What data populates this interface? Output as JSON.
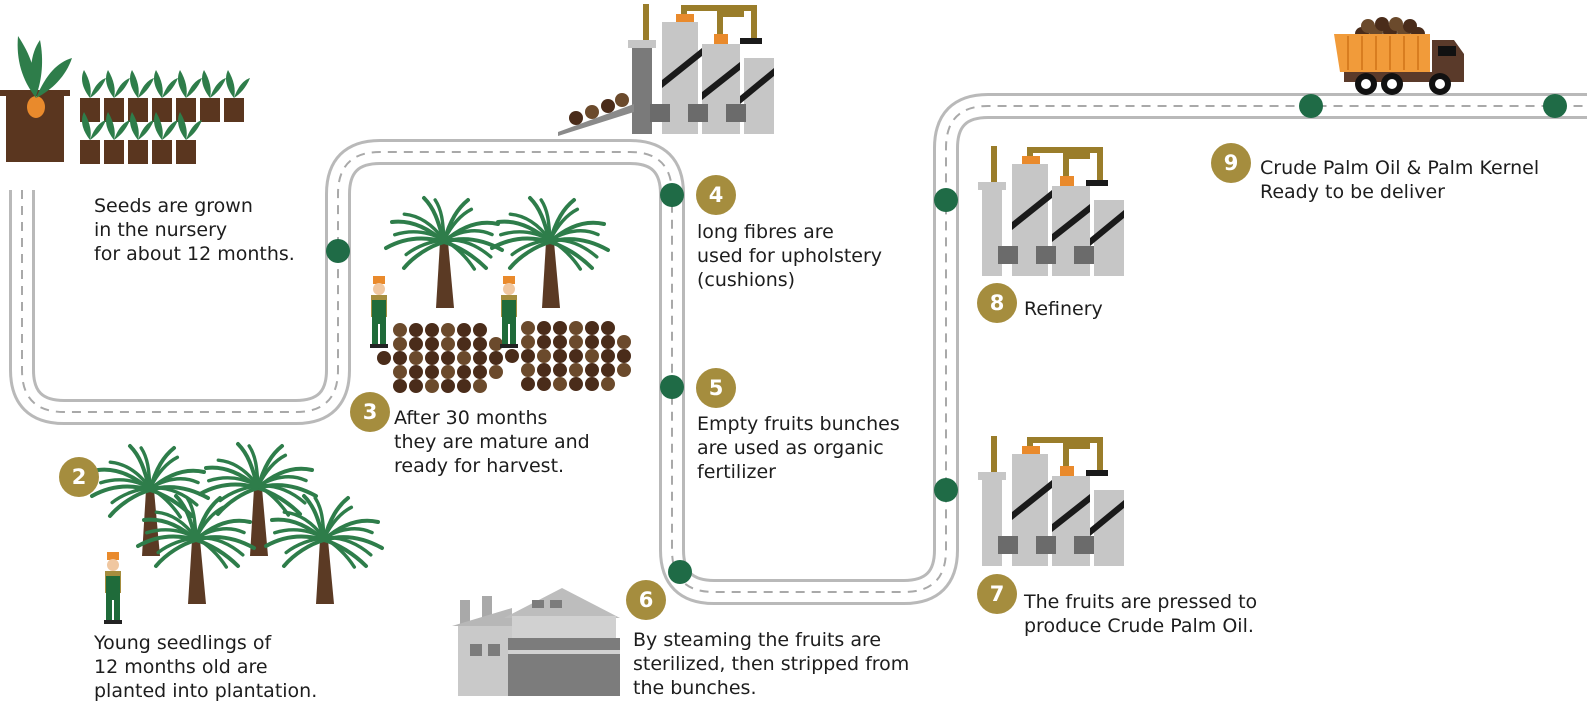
{
  "colors": {
    "road": "#cfcfcf",
    "road_edge": "#b9b9b9",
    "road_dash": "#a9a9a9",
    "marker": "#1f6b46",
    "badge": "#a58d3e",
    "factory": "#c6c6c6",
    "factory_dark": "#7a7a7a",
    "pipe": "#9a7d2a",
    "accent_orange": "#e98a2c",
    "palm_leaf": "#2e7d4a",
    "trunk": "#5b3a24",
    "fruit_dark": "#4a2c1a",
    "fruit_mid": "#6b4a2c",
    "soil": "#5a361f",
    "worker_green": "#1f6b3a",
    "worker_orange": "#e98a2c",
    "truck_body": "#f19b3a",
    "truck_cab": "#5a3a2a"
  },
  "steps": [
    {
      "number": "",
      "text": "Seeds are grown\nin the nursery\nfor about 12 months."
    },
    {
      "number": "2",
      "text": "Young seedlings of\n12 months old are\nplanted into plantation."
    },
    {
      "number": "3",
      "text": "After 30 months\nthey are mature and\nready for harvest."
    },
    {
      "number": "4",
      "text": "long fibres are\nused for upholstery\n(cushions)"
    },
    {
      "number": "5",
      "text": "Empty fruits bunches\nare used as organic\nfertilizer"
    },
    {
      "number": "6",
      "text": "By steaming the fruits are\nsterilized, then stripped from\nthe bunches."
    },
    {
      "number": "7",
      "text": "The fruits are pressed to\nproduce Crude Palm Oil."
    },
    {
      "number": "8",
      "text": "Refinery"
    },
    {
      "number": "9",
      "text": "Crude Palm Oil & Palm Kernel\nReady to be deliver"
    }
  ]
}
